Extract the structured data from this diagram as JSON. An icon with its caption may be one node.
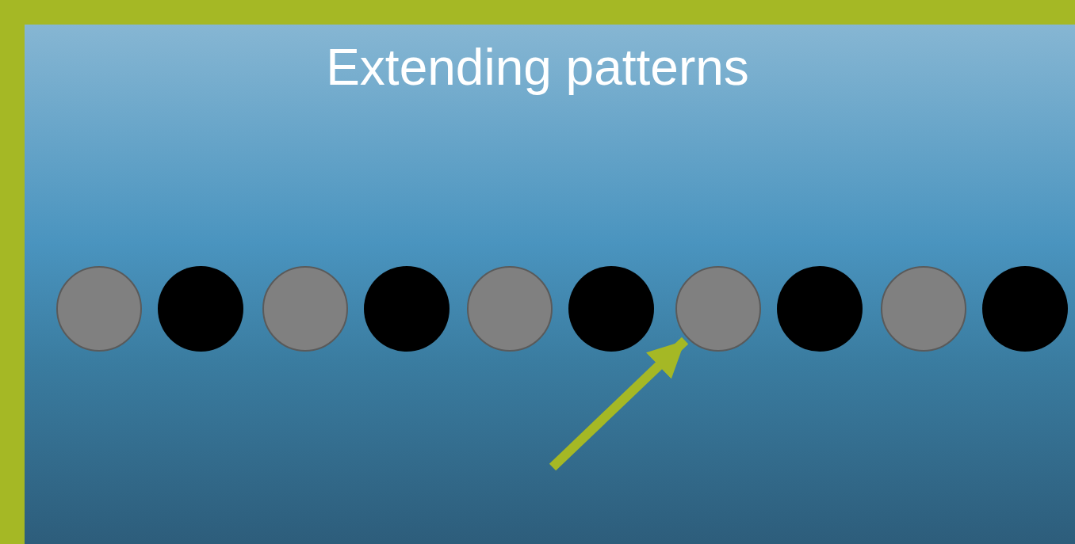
{
  "diagram": {
    "title": "Extending patterns",
    "nodes": [
      {
        "text": [],
        "shape": "circle"
      },
      {
        "text": [],
        "shape": "circle"
      },
      {
        "text": [],
        "shape": "circle"
      },
      {
        "text": [],
        "shape": "circle"
      },
      {
        "text": [],
        "shape": "circle"
      },
      {
        "text": [],
        "shape": "circle"
      },
      {
        "text": [],
        "shape": "circle"
      },
      {
        "text": [],
        "shape": "circle"
      },
      {
        "text": [],
        "shape": "circle"
      },
      {
        "text": [],
        "shape": "circle"
      }
    ],
    "edges": [
      {
        "from": null,
        "to": 6,
        "arrow": "to"
      }
    ]
  }
}
